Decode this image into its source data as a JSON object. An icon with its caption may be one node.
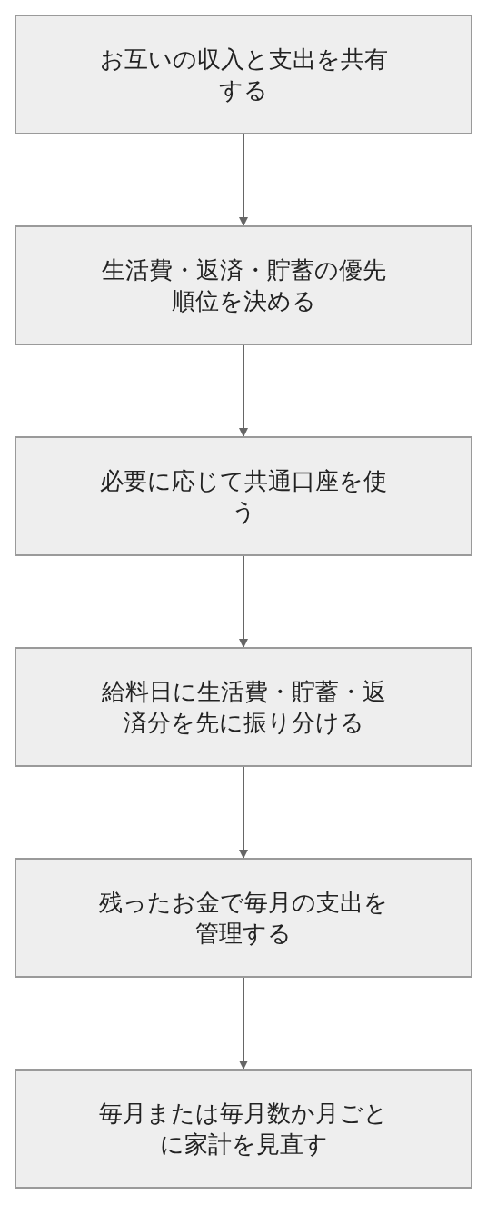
{
  "diagram": {
    "nodes": [
      {
        "text": [
          "お互いの収入と支出を共有する"
        ]
      },
      {
        "text": [
          "生活費・返済・貯蓄の優先順位を決める"
        ]
      },
      {
        "text": [
          "必要に応じて共通口座を使う"
        ]
      },
      {
        "text": [
          "給料日に生活費・貯蓄・返済分を先に振り分ける"
        ]
      },
      {
        "text": [
          "残ったお金で毎月の支出を管理する"
        ]
      },
      {
        "text": [
          "毎月または毎月数か月ごとに家計を見直す"
        ]
      }
    ],
    "edges": [
      {
        "from": 0,
        "to": 1,
        "arrow": "to"
      },
      {
        "from": 1,
        "to": 2,
        "arrow": "to"
      },
      {
        "from": 2,
        "to": 3,
        "arrow": "to"
      },
      {
        "from": 3,
        "to": 4,
        "arrow": "to"
      },
      {
        "from": 4,
        "to": 5,
        "arrow": "to"
      }
    ]
  }
}
